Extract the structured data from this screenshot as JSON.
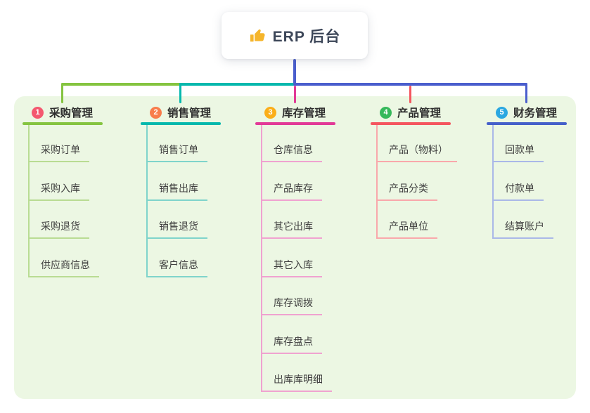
{
  "root": {
    "icon": "thumbs-up-icon",
    "title": "ERP 后台"
  },
  "colors": {
    "trunk": "#4a5ecd",
    "page_bg": "#ffffff",
    "panel_bg": "#ecf7e3",
    "root_text": "#3c4658",
    "title_text": "#2d2d2d",
    "child_text": "#3e3e3e",
    "thumb_icon": "#f5b52b"
  },
  "branches": [
    {
      "number": "1",
      "label": "采购管理",
      "badge_color": "#f4586f",
      "line_color": "#85c440",
      "child_line_color": "#b9dc93",
      "children": [
        "采购订单",
        "采购入库",
        "采购退货",
        "供应商信息"
      ]
    },
    {
      "number": "2",
      "label": "销售管理",
      "badge_color": "#f87c4b",
      "line_color": "#05b8ad",
      "child_line_color": "#7fd4cb",
      "children": [
        "销售订单",
        "销售出库",
        "销售退货",
        "客户信息"
      ]
    },
    {
      "number": "3",
      "label": "库存管理",
      "badge_color": "#fbae19",
      "line_color": "#e23a97",
      "child_line_color": "#f0a2d0",
      "children": [
        "仓库信息",
        "产品库存",
        "其它出库",
        "其它入库",
        "库存调拨",
        "库存盘点",
        "出库库明细"
      ]
    },
    {
      "number": "4",
      "label": "产品管理",
      "badge_color": "#36b95b",
      "line_color": "#f4565f",
      "child_line_color": "#f9a8ab",
      "children": [
        "产品（物料）",
        "产品分类",
        "产品单位"
      ]
    },
    {
      "number": "5",
      "label": "财务管理",
      "badge_color": "#2ba7e1",
      "line_color": "#4560ca",
      "child_line_color": "#aab8e8",
      "children": [
        "回款单",
        "付款单",
        "结算账户"
      ]
    }
  ]
}
